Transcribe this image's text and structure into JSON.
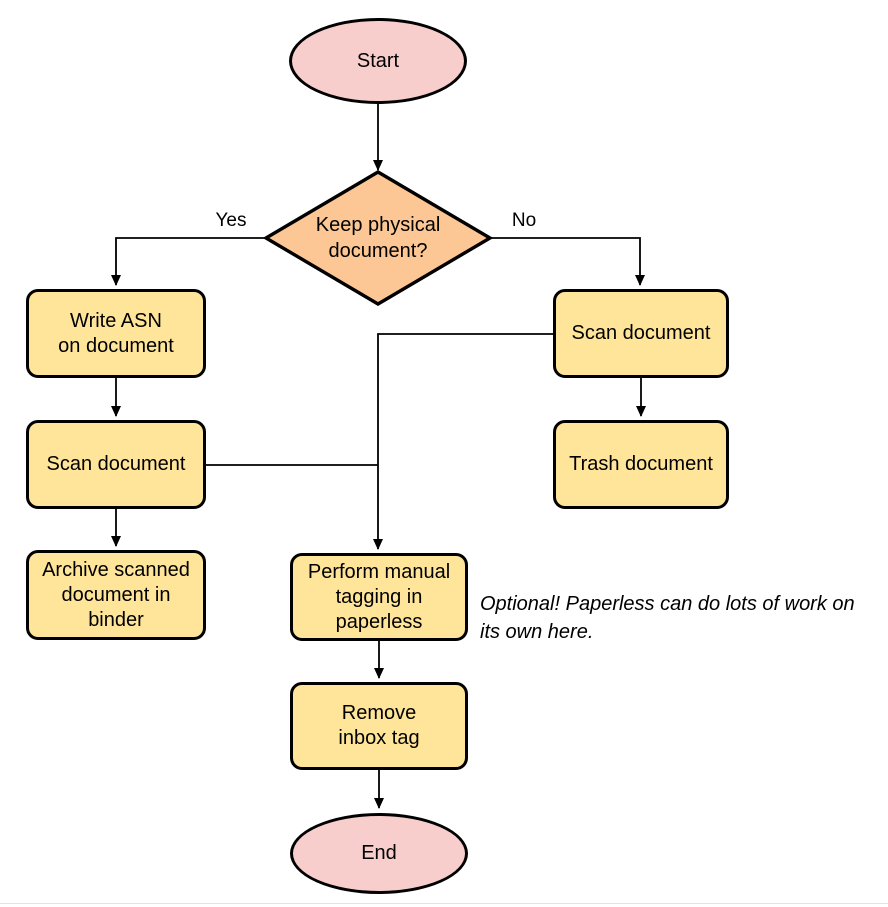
{
  "diagram": {
    "nodes": {
      "start": {
        "label": "Start",
        "type": "terminator"
      },
      "decision": {
        "label": "Keep physical\ndocument?",
        "type": "decision"
      },
      "write_asn": {
        "label": "Write ASN\non document",
        "type": "process"
      },
      "scan_left": {
        "label": "Scan document",
        "type": "process"
      },
      "archive": {
        "label": "Archive scanned\ndocument in\nbinder",
        "type": "process"
      },
      "scan_right": {
        "label": "Scan document",
        "type": "process"
      },
      "trash": {
        "label": "Trash document",
        "type": "process"
      },
      "tagging": {
        "label": "Perform manual\ntagging in\npaperless",
        "type": "process"
      },
      "remove_inbox": {
        "label": "Remove\ninbox tag",
        "type": "process"
      },
      "end": {
        "label": "End",
        "type": "terminator"
      }
    },
    "edge_labels": {
      "yes": "Yes",
      "no": "No"
    },
    "annotation": "Optional! Paperless can do lots of work on\nits own here.",
    "colors": {
      "terminator_fill": "#f8cecc",
      "decision_fill": "#fcc795",
      "process_fill": "#ffe599",
      "stroke": "#000000"
    }
  }
}
